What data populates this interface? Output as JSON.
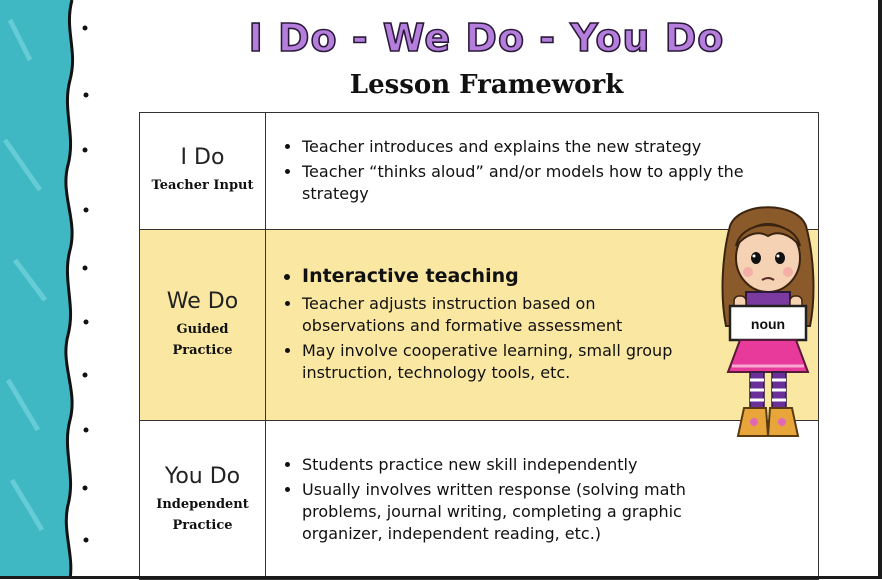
{
  "title": "I Do - We Do - You Do",
  "subtitle": "Lesson Framework",
  "rows": [
    {
      "phase": "I Do",
      "role": "Teacher Input",
      "bullets": [
        "Teacher introduces and explains the new strategy",
        "Teacher “thinks aloud” and/or models how to apply the strategy"
      ]
    },
    {
      "phase": "We Do",
      "role_line1": "Guided",
      "role_line2": "Practice",
      "bullets": [
        "Interactive teaching",
        "Teacher adjusts instruction based on observations and formative assessment",
        "May involve cooperative learning, small group instruction, technology tools, etc."
      ]
    },
    {
      "phase": "You Do",
      "role_line1": "Independent",
      "role_line2": "Practice",
      "bullets": [
        "Students practice new skill independently",
        "Usually involves written response (solving math problems, journal writing, completing a graphic organizer, independent reading, etc.)"
      ]
    }
  ],
  "clipart_sign": "noun",
  "colors": {
    "title_fill": "#b57edc",
    "we_do_row_bg": "#f9e7a2",
    "deco_teal": "#3fb8c4"
  }
}
